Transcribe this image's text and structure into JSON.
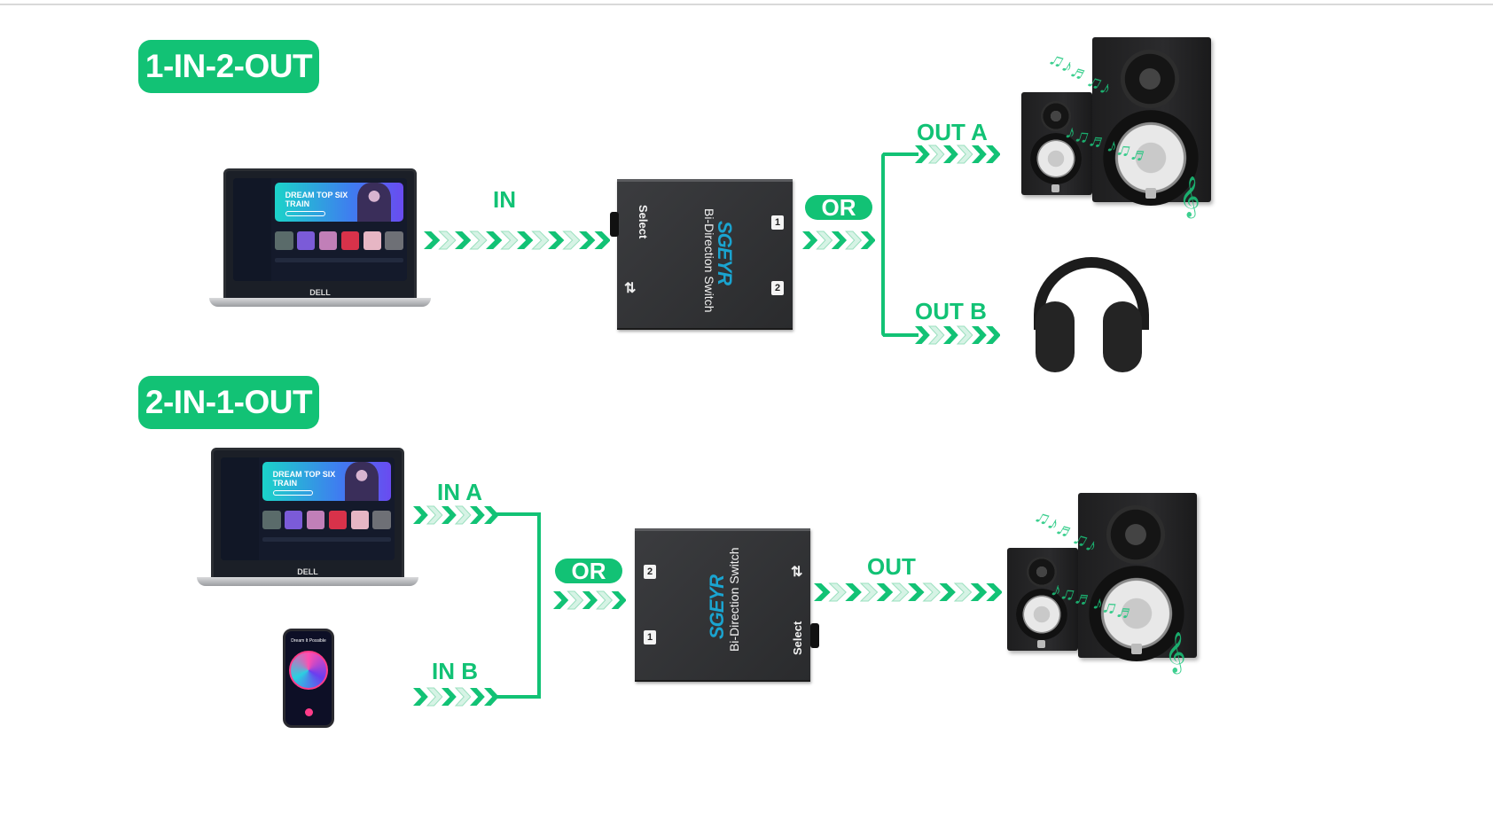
{
  "sections": [
    {
      "badge": "1-IN-2-OUT",
      "input_label": "IN",
      "or_label": "OR",
      "outputs": [
        "OUT A",
        "OUT B"
      ],
      "source_device": {
        "type": "laptop",
        "screen_title": "DREAM TOP SIX TRAIN",
        "brand": "DELL"
      },
      "switch": {
        "brand": "SGEYR",
        "name": "Bi-Direction Switch",
        "button_label": "Select",
        "ports": [
          "1",
          "2"
        ],
        "direction_icon": "bidirectional-arrows-icon"
      },
      "output_devices": [
        "studio-speakers",
        "headphones"
      ]
    },
    {
      "badge": "2-IN-1-OUT",
      "inputs": [
        "IN A",
        "IN B"
      ],
      "or_label": "OR",
      "output_label": "OUT",
      "source_devices": [
        {
          "type": "laptop",
          "screen_title": "DREAM TOP SIX TRAIN",
          "brand": "DELL"
        },
        {
          "type": "smartphone",
          "screen_title": "Dream It Possible"
        }
      ],
      "switch": {
        "brand": "SGEYR",
        "name": "Bi-Direction Switch",
        "button_label": "Select",
        "ports": [
          "2",
          "1"
        ],
        "direction_icon": "bidirectional-arrows-icon"
      },
      "output_devices": [
        "studio-speakers"
      ]
    }
  ],
  "colors": {
    "accent": "#12c275",
    "switch_body": "#2f3033",
    "brand_logo": "#1aa4d0"
  }
}
